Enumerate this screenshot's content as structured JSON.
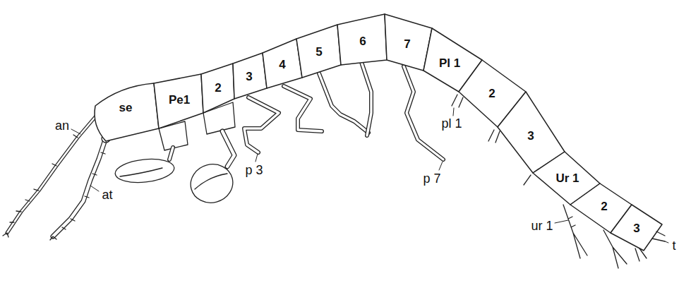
{
  "diagram": {
    "labels": [
      "se",
      "an",
      "at",
      "Pe1",
      "2",
      "3",
      "4",
      "5",
      "6",
      "7",
      "p 3",
      "p 7",
      "Pl 1",
      "pl 1",
      "2",
      "3",
      "Ur 1",
      "ur 1",
      "2",
      "3",
      "t"
    ]
  }
}
